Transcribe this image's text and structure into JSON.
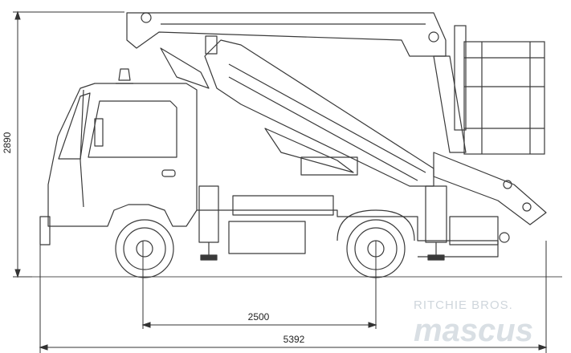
{
  "dimensions": {
    "height": "2890",
    "wheelbase": "2500",
    "overall_length": "5392"
  },
  "watermark": {
    "line1": "RITCHIE BROS.",
    "line2": "mascus"
  },
  "colors": {
    "line": "#3a3a3a",
    "dimension": "#222222",
    "watermark": "#d9dfe4"
  }
}
